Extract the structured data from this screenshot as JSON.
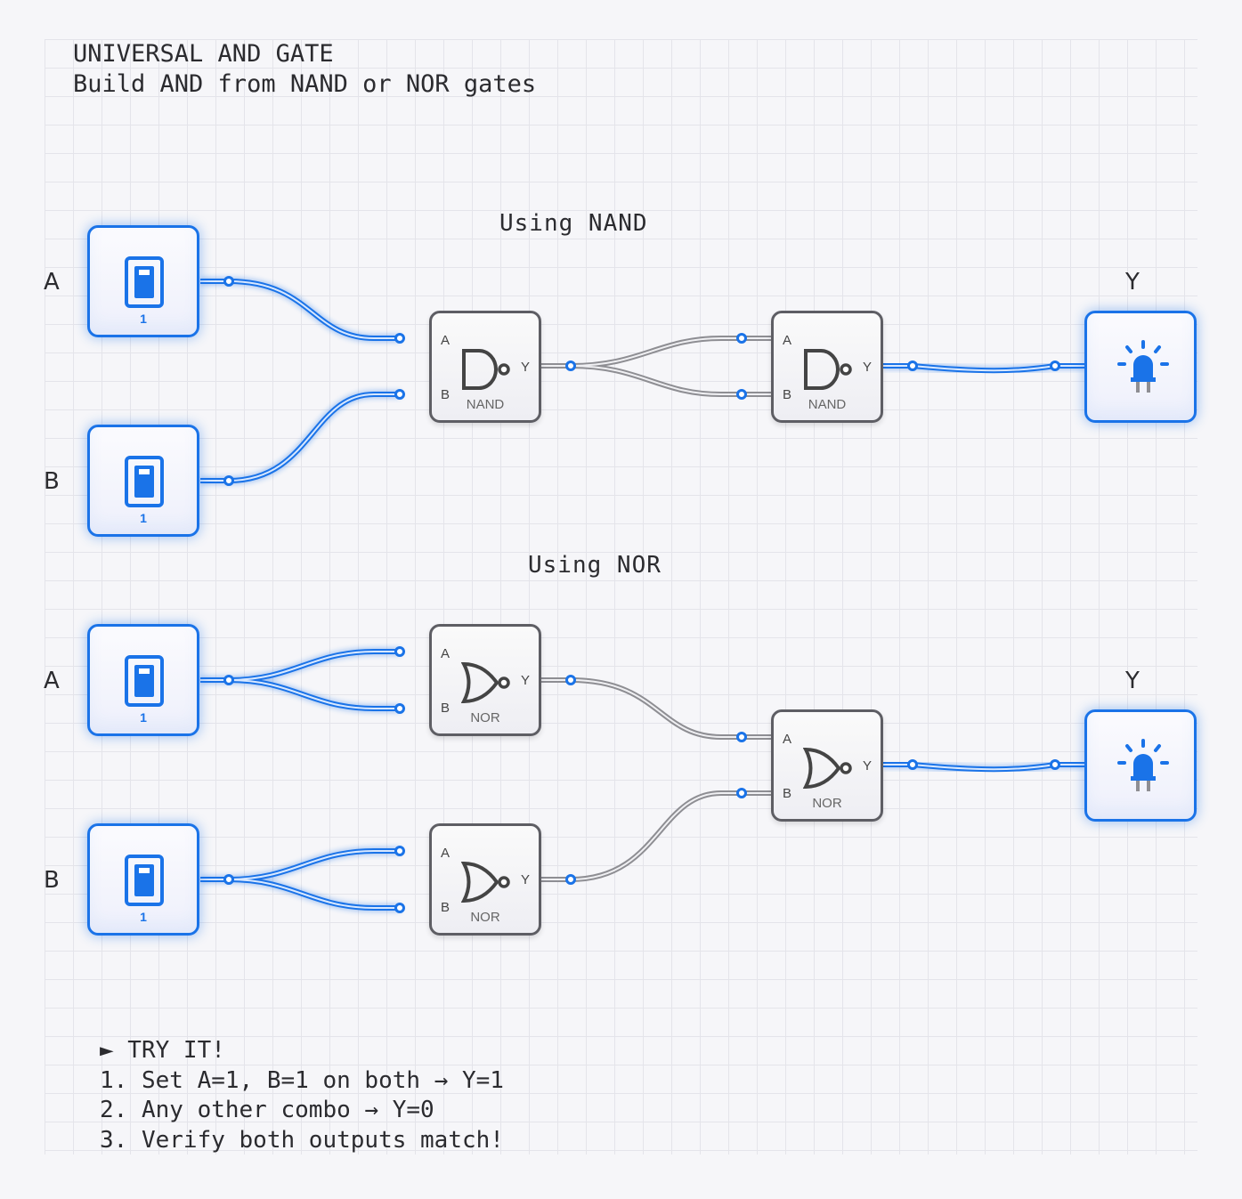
{
  "header": {
    "title": "UNIVERSAL AND GATE",
    "subtitle": "Build AND from NAND or NOR gates"
  },
  "sections": {
    "nand_title": "Using NAND",
    "nor_title": "Using NOR"
  },
  "inputs": {
    "nand_a_label": "A",
    "nand_b_label": "B",
    "nor_a_label": "A",
    "nor_b_label": "B",
    "nand_a_value": "1",
    "nand_b_value": "1",
    "nor_a_value": "1",
    "nor_b_value": "1"
  },
  "outputs": {
    "nand_y_label": "Y",
    "nor_y_label": "Y"
  },
  "gates": {
    "nand_type": "NAND",
    "nor_type": "NOR",
    "pin_a": "A",
    "pin_b": "B",
    "pin_y": "Y"
  },
  "instructions": {
    "heading": "► TRY IT!",
    "step1": "1. Set A=1, B=1 on both → Y=1",
    "step2": "2. Any other combo → Y=0",
    "step3": "3. Verify both outputs match!"
  },
  "colors": {
    "active": "#1a73e8",
    "inactive": "#8e8e93",
    "border": "#5e5e64"
  }
}
